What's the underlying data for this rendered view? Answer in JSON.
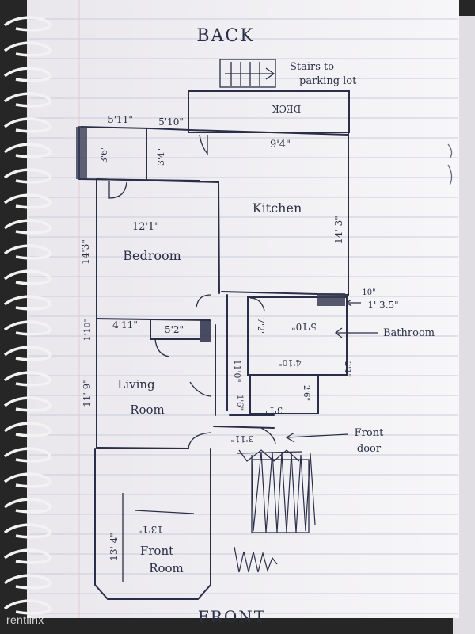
{
  "plan": {
    "top_label": "BACK",
    "bottom_label": "FRONT",
    "stairs_label_line1": "Stairs to",
    "stairs_label_line2": "parking lot",
    "deck_label": "DECK",
    "rooms": {
      "kitchen": "Kitchen",
      "bedroom": "Bedroom",
      "bathroom": "Bathroom",
      "living_line1": "Living",
      "living_line2": "Room",
      "front_line1": "Front",
      "front_line2": "Room",
      "front_door_line1": "Front",
      "front_door_line2": "door"
    },
    "dimensions": {
      "top_left": "5'11\"",
      "top_mid": "5'10\"",
      "kitchen_width": "9'4\"",
      "closet_left": "3'6\"",
      "closet_right": "3'4\"",
      "bedroom_width": "12'1\"",
      "bedroom_height": "14'3\"",
      "kitchen_height": "14' 3\"",
      "bath_small_top": "10\"",
      "bath_side": "1' 3.5\"",
      "hall_left": "1'10\"",
      "hall_mid": "4'11\"",
      "hall_closet": "5'2\"",
      "bath_width": "5'10\"",
      "bath_height": "7'2\"",
      "bath_lower": "4'10\"",
      "bath_right": "2'1\"",
      "hall_height": "11'0\"",
      "living_height": "11' 9\"",
      "hall_bottom": "3'1\"",
      "hall_right": "2'6\"",
      "small_1": "1'6\"",
      "entry_width": "3'11\"",
      "front_room_width": "13'1\"",
      "front_room_height": "13' 4\""
    }
  },
  "watermark": "rentlinx"
}
